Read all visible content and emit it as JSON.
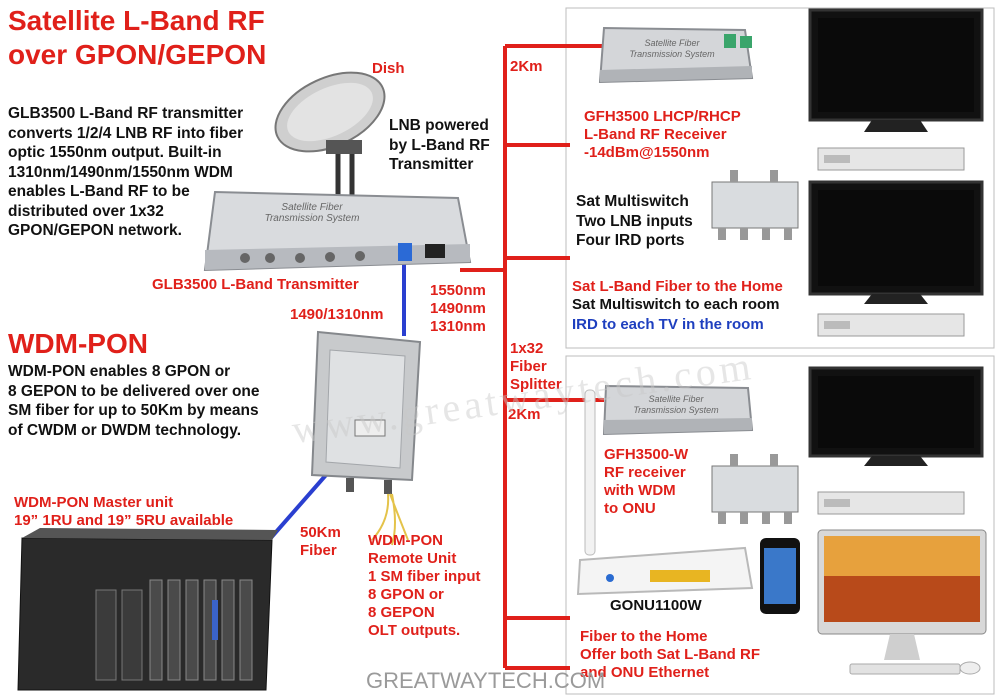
{
  "title": "Satellite L-Band RF\nover GPON/GEPON",
  "labels": {
    "dish": "Dish",
    "glb_desc": "GLB3500 L-Band RF transmitter\nconverts 1/2/4 LNB RF into fiber\noptic 1550nm output.  Built-in\n1310nm/1490nm/1550nm WDM\nenables L-Band RF to be\ndistributed over 1x32\nGPON/GEPON network.",
    "lnb": "LNB powered\nby L-Band RF\nTransmitter",
    "glb_name": "GLB3500 L-Band Transmitter",
    "lambda_stack": "1550nm\n1490nm\n1310nm",
    "lambda_pair": "1490/1310nm",
    "wdm_title": "WDM-PON",
    "wdm_desc": "WDM-PON enables 8 GPON or\n8 GEPON to be delivered over one\nSM fiber for up to 50Km by means\nof CWDM or DWDM technology.",
    "master": "WDM-PON Master unit\n19” 1RU and 19” 5RU available",
    "fiber_50km": "50Km\nFiber",
    "remote": "WDM-PON\nRemote Unit\n1 SM fiber input\n8 GPON or\n8 GEPON\nOLT outputs.",
    "splitter": "1x32\nFiber\nSplitter",
    "km_top": "2Km",
    "km_mid": "2Km",
    "gfh_receiver": "GFH3500 LHCP/RHCP\nL-Band RF Receiver\n-14dBm@1550nm",
    "multiswitch": "Sat Multiswitch\nTwo LNB inputs\nFour  IRD ports",
    "home_title": "Sat L-Band Fiber to the Home",
    "home_line2": "Sat Multiswitch to each room",
    "home_line3": "IRD to each TV in the room",
    "gfh_w": "GFH3500-W\nRF receiver\nwith WDM\nto ONU",
    "gonu": "GONU1100W",
    "ftth": "Fiber to the Home\nOffer both Sat L-Band RF\nand ONU Ethernet",
    "device_top": "Satellite Fiber\nTransmission System",
    "device_glb": "Satellite Fiber\nTransmission System",
    "device_w": "Satellite Fiber\nTransmission System",
    "watermark": "www.greatwaytech.com",
    "footer": "GREATWAYTECH.COM"
  },
  "colors": {
    "fiber_red": "#e0201a",
    "fiber_blue": "#2a3fd0",
    "title_red": "#e0201a",
    "ird_blue": "#1e3fbf"
  }
}
